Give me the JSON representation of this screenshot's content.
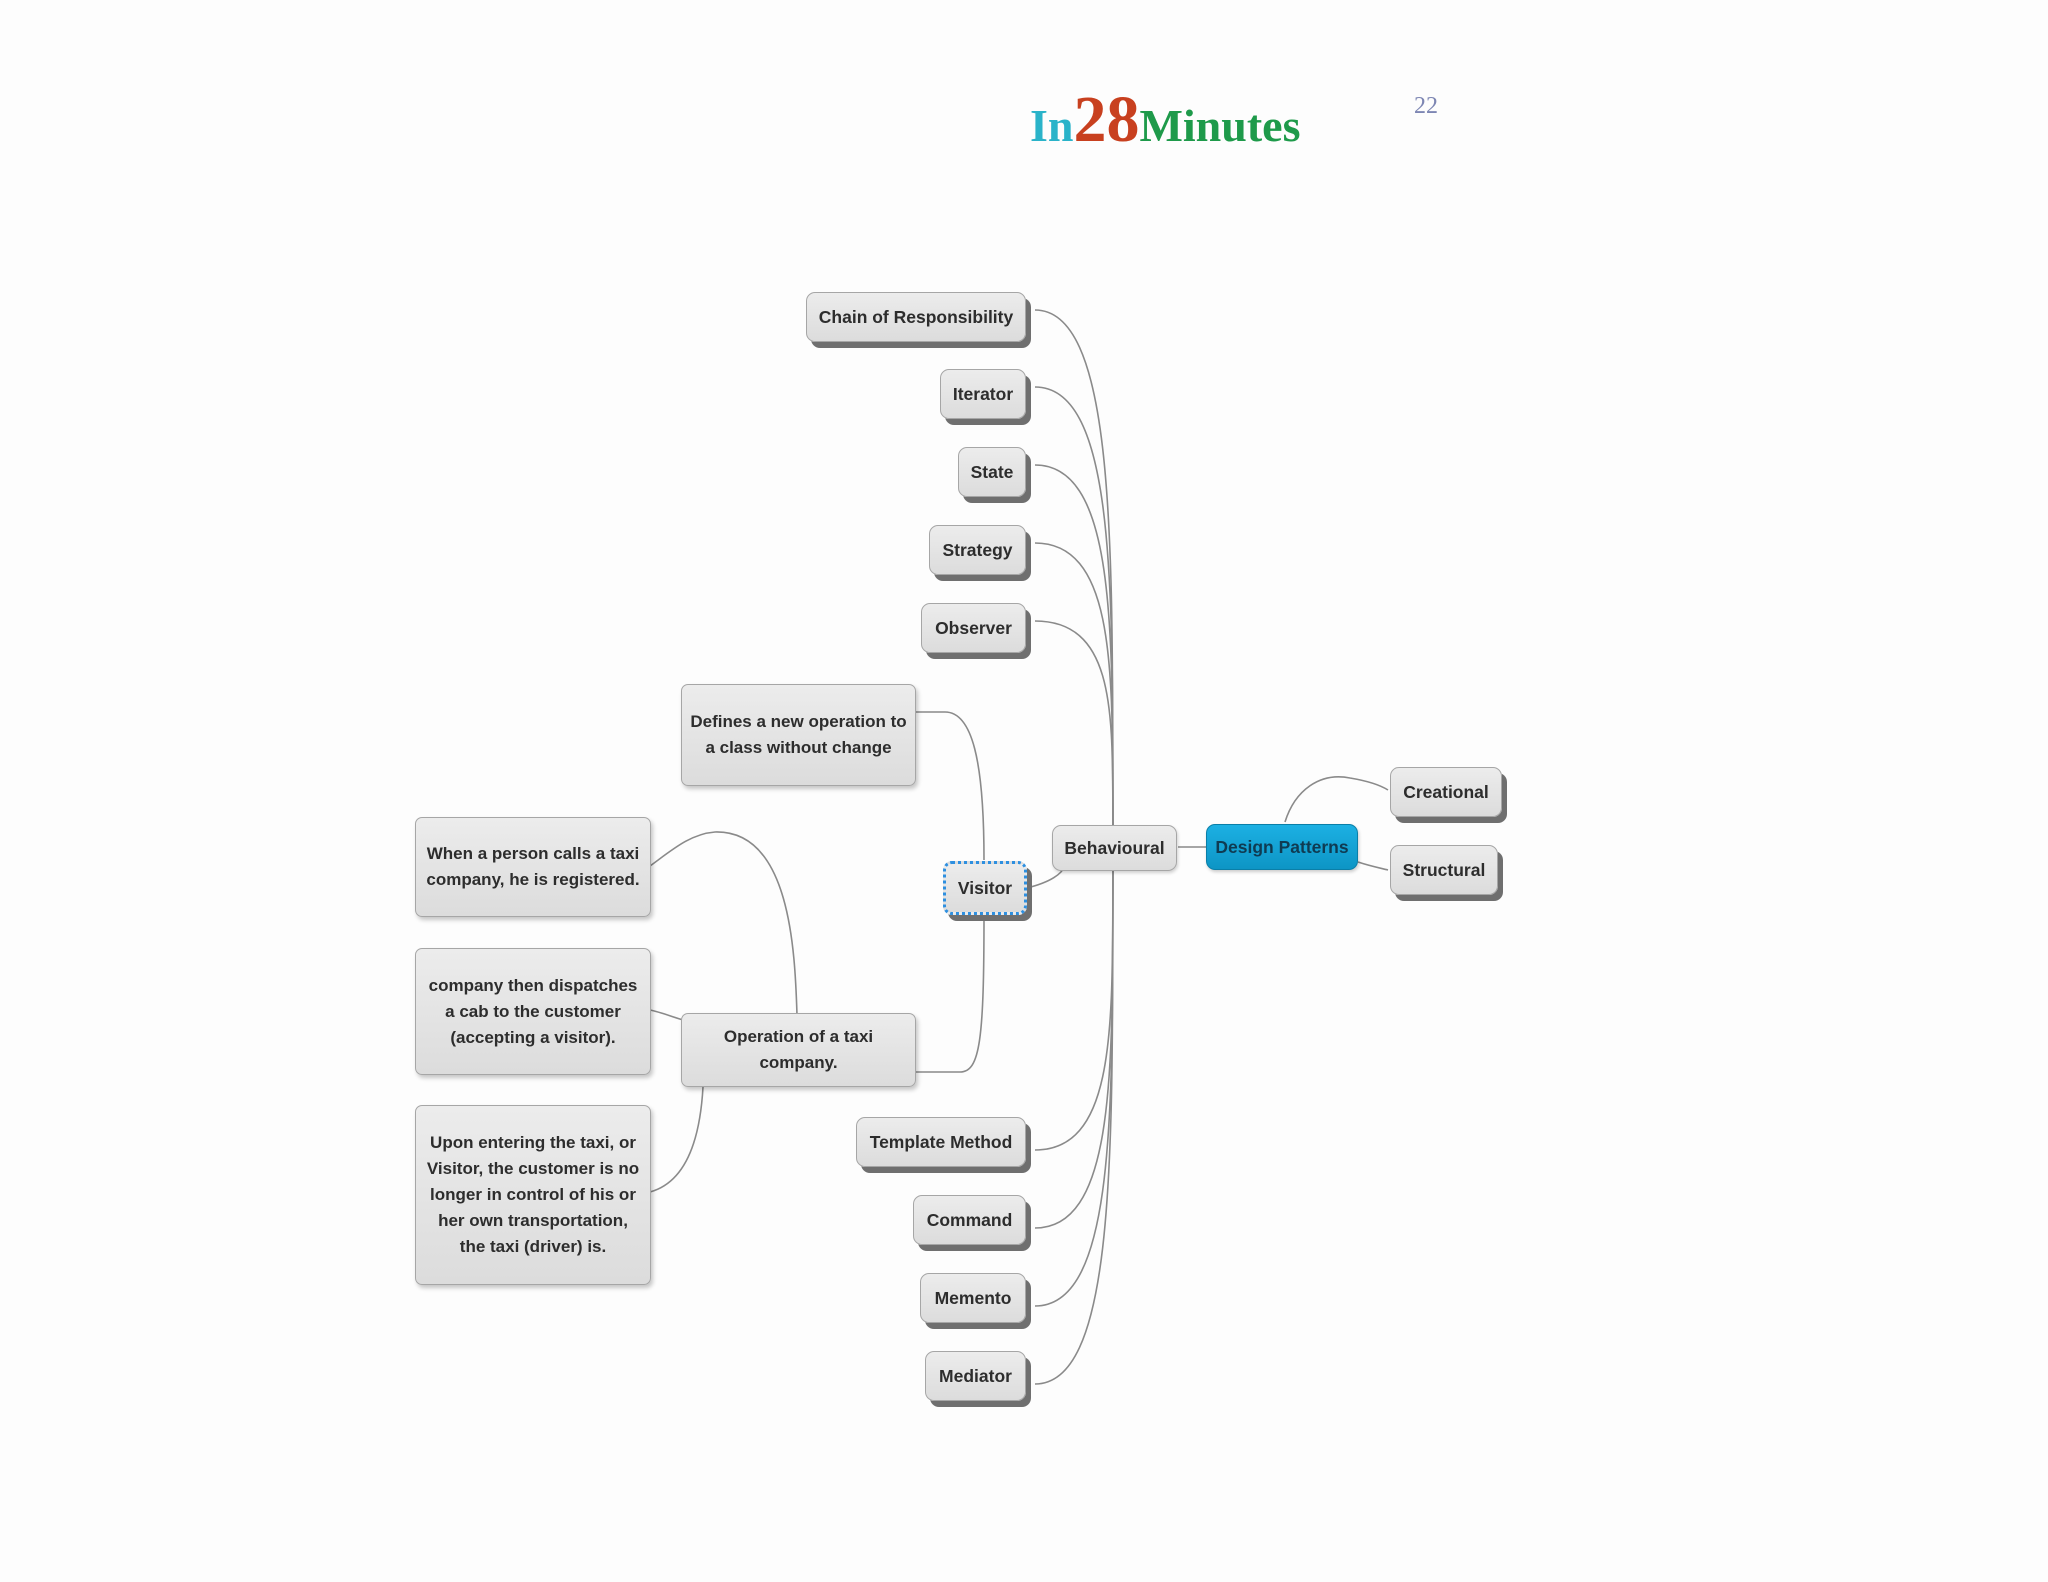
{
  "header": {
    "logo": {
      "part1": "In",
      "part2": "28",
      "part3": "Minutes"
    },
    "page_number": "22"
  },
  "mindmap": {
    "root": "Design Patterns",
    "creational": "Creational",
    "structural": "Structural",
    "behavioural": "Behavioural",
    "behavioural_upper": [
      "Chain of Responsibility",
      "Iterator",
      "State",
      "Strategy",
      "Observer"
    ],
    "behavioural_lower": [
      "Template Method",
      "Command",
      "Memento",
      "Mediator"
    ],
    "visitor": {
      "label": "Visitor",
      "definition": "Defines a new operation to a class without change",
      "example": {
        "label": "Operation of a taxi company.",
        "steps": [
          "When a person calls a taxi company, he is registered.",
          "company then dispatches a cab to the customer (accepting a visitor).",
          "Upon entering the taxi, or Visitor, the customer is no longer in control of his or her own transportation, the taxi (driver) is."
        ]
      }
    }
  },
  "colors": {
    "root_fill": "#13a3d6",
    "node_fill": "#e3e3e3",
    "connector": "#8a8a8a",
    "logo_in": "#2ab3c9",
    "logo_28": "#c8401f",
    "logo_minutes": "#1e9a4a"
  }
}
